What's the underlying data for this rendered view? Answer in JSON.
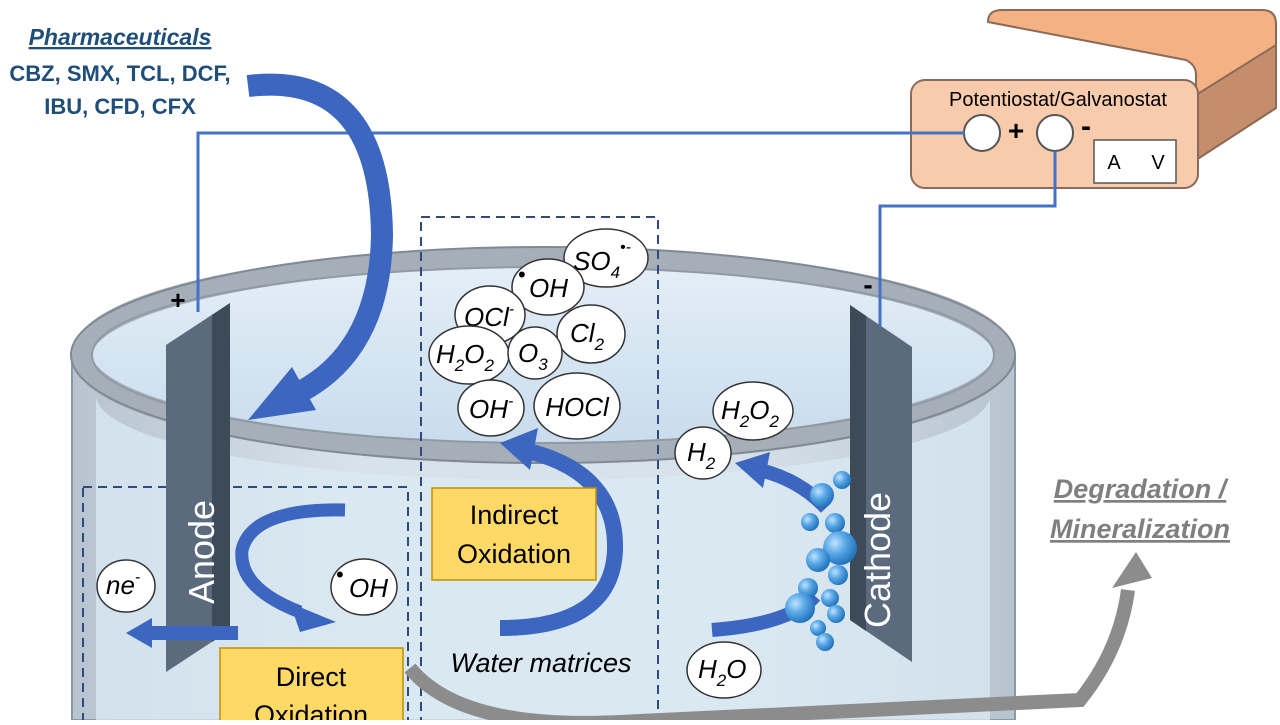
{
  "pharmaceuticals": {
    "title": "Pharmaceuticals",
    "line1": "CBZ, SMX, TCL, DCF,",
    "line2": "IBU, CFD, CFX"
  },
  "potentiostat": {
    "label": "Potentiostat/Galvanostat",
    "plus": "+",
    "minus": "-",
    "meter_a": "A",
    "meter_v": "V"
  },
  "electrodes": {
    "anode": "Anode",
    "cathode": "Cathode",
    "anode_sign": "+",
    "cathode_sign": "-"
  },
  "species": {
    "so4": {
      "base": "SO",
      "sub": "4",
      "sup": "•-"
    },
    "oh_radical": {
      "dot": "•",
      "text": "OH"
    },
    "ocl": {
      "base": "OCl",
      "sup": "-"
    },
    "cl2": {
      "base": "Cl",
      "sub": "2"
    },
    "h2o2_top": {
      "h": "H",
      "sub1": "2",
      "o": "O",
      "sub2": "2"
    },
    "o3": {
      "base": "O",
      "sub": "3"
    },
    "oh_minus": {
      "base": "OH",
      "sup": "-"
    },
    "hocl": "HOCl",
    "h2o2_right": {
      "h": "H",
      "sub1": "2",
      "o": "O",
      "sub2": "2"
    },
    "h2": {
      "base": "H",
      "sub": "2"
    },
    "ne": {
      "base": "ne",
      "sup": "-"
    },
    "oh_anode": {
      "dot": "•",
      "text": "OH"
    },
    "h2o": {
      "h": "H",
      "sub": "2",
      "o": "O"
    }
  },
  "labels": {
    "indirect_line1": "Indirect",
    "indirect_line2": "Oxidation",
    "direct_line1": "Direct",
    "direct_line2": "Oxidation",
    "water_matrices": "Water matrices",
    "degradation_line1": "Degradation /",
    "degradation_line2": "Mineralization"
  },
  "colors": {
    "wire": "#4472c4",
    "arrow_blue": "#3c66c0",
    "title_blue": "#1f4e79",
    "potentiostat_fill": "#f8cbad",
    "label_box_fill": "#ffd966",
    "electrode": "#5b6b7d",
    "water": "#dbe9f4",
    "gray_arrow": "#8c8c8c"
  }
}
